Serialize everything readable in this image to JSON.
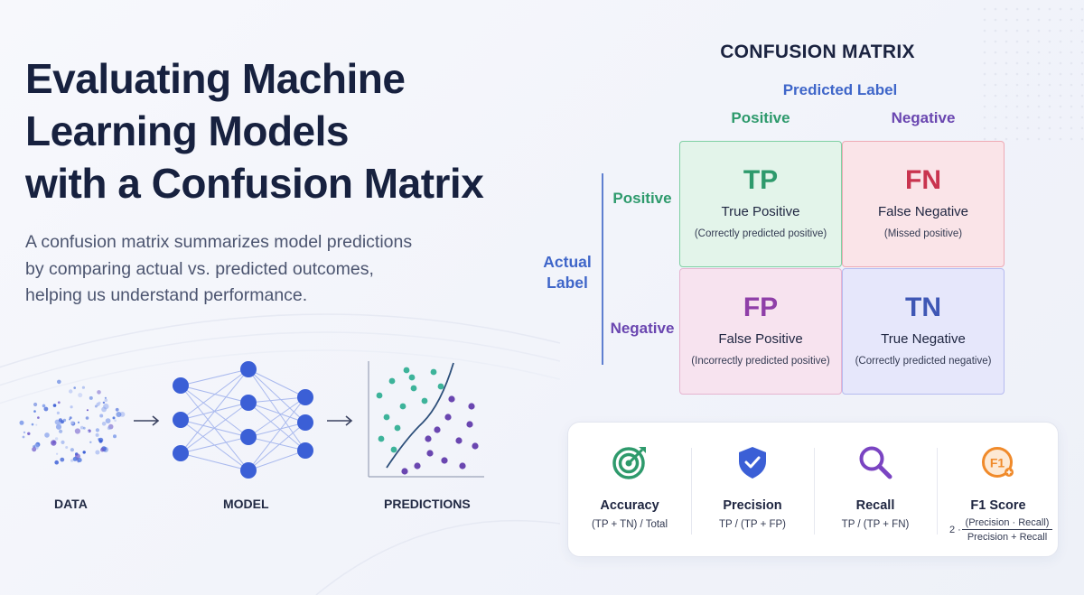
{
  "heading": {
    "line1": "Evaluating Machine",
    "line2": "Learning Models",
    "line3": "with a Confusion Matrix"
  },
  "description": {
    "line1": "A confusion matrix summarizes model predictions",
    "line2": "by comparing actual vs. predicted outcomes,",
    "line3": "helping us understand performance."
  },
  "pipeline": {
    "data_label": "DATA",
    "model_label": "MODEL",
    "predictions_label": "PREDICTIONS"
  },
  "matrix": {
    "title": "CONFUSION MATRIX",
    "predicted_label": "Predicted Label",
    "actual_label_line1": "Actual",
    "actual_label_line2": "Label",
    "col_positive": "Positive",
    "col_negative": "Negative",
    "row_positive": "Positive",
    "row_negative": "Negative",
    "cells": {
      "tp": {
        "abbr": "TP",
        "name": "True Positive",
        "desc": "(Correctly predicted positive)"
      },
      "fn": {
        "abbr": "FN",
        "name": "False Negative",
        "desc": "(Missed positive)"
      },
      "fp": {
        "abbr": "FP",
        "name": "False Positive",
        "desc": "(Incorrectly predicted positive)"
      },
      "tn": {
        "abbr": "TN",
        "name": "True Negative",
        "desc": "(Correctly predicted negative)"
      }
    }
  },
  "metrics": {
    "accuracy": {
      "name": "Accuracy",
      "formula": "(TP + TN) / Total",
      "icon": "target-icon"
    },
    "precision": {
      "name": "Precision",
      "formula": "TP / (TP + FP)",
      "icon": "shield-check-icon"
    },
    "recall": {
      "name": "Recall",
      "formula": "TP / (TP + FN)",
      "icon": "magnifier-icon"
    },
    "f1": {
      "name": "F1 Score",
      "formula_factor": "2 ·",
      "formula_numerator": "(Precision · Recall)",
      "formula_denominator": "Precision + Recall",
      "icon": "f1-badge-icon",
      "icon_text": "F1"
    }
  },
  "colors": {
    "positive": "#2e9a6c",
    "negative": "#6a46b0",
    "label_blue": "#3f66c9",
    "fn_red": "#c9344f",
    "fp_purple": "#8f3fa8",
    "tn_blue": "#3f57b5",
    "node_blue": "#3b5fd6",
    "f1_orange": "#f08a2a"
  }
}
